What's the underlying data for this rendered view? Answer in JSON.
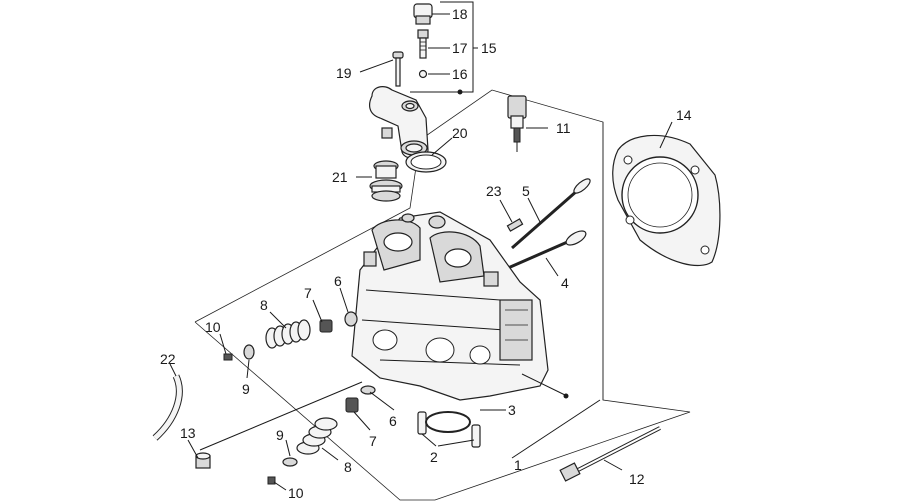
{
  "diagram": {
    "callouts": {
      "c1": "1",
      "c2": "2",
      "c3": "3",
      "c4": "4",
      "c5": "5",
      "c6a": "6",
      "c6b": "6",
      "c7a": "7",
      "c7b": "7",
      "c8a": "8",
      "c8b": "8",
      "c9a": "9",
      "c9b": "9",
      "c10a": "10",
      "c10b": "10",
      "c11": "11",
      "c12": "12",
      "c13": "13",
      "c14": "14",
      "c15": "15",
      "c16": "16",
      "c17": "17",
      "c18": "18",
      "c19": "19",
      "c20": "20",
      "c21": "21",
      "c22": "22",
      "c23": "23"
    }
  }
}
